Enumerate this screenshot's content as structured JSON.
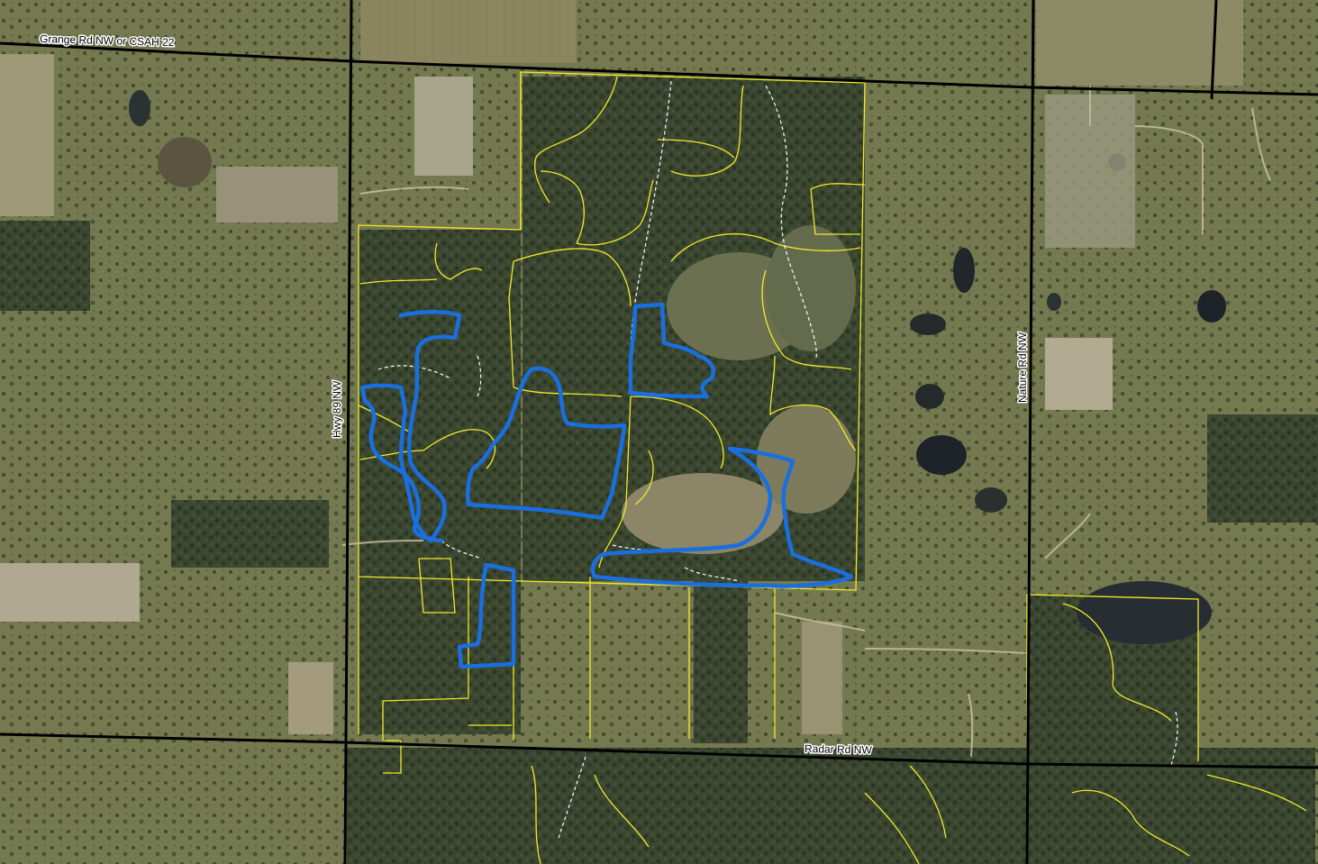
{
  "map": {
    "roads": [
      {
        "name": "Grange Rd NW or CSAH 22"
      },
      {
        "name": "Hwy 89 NW"
      },
      {
        "name": "Nature Rd NW"
      },
      {
        "name": "Radar Rd NW"
      }
    ],
    "colors": {
      "road": "#000000",
      "parcel_line": "#f2ea2a",
      "trail_line": "#ffffff",
      "highlight_route": "#1a6fe0",
      "forest": "#39452d",
      "field": "#8f8a63",
      "open_land": "#6f7650",
      "water": "#1d2328"
    }
  }
}
